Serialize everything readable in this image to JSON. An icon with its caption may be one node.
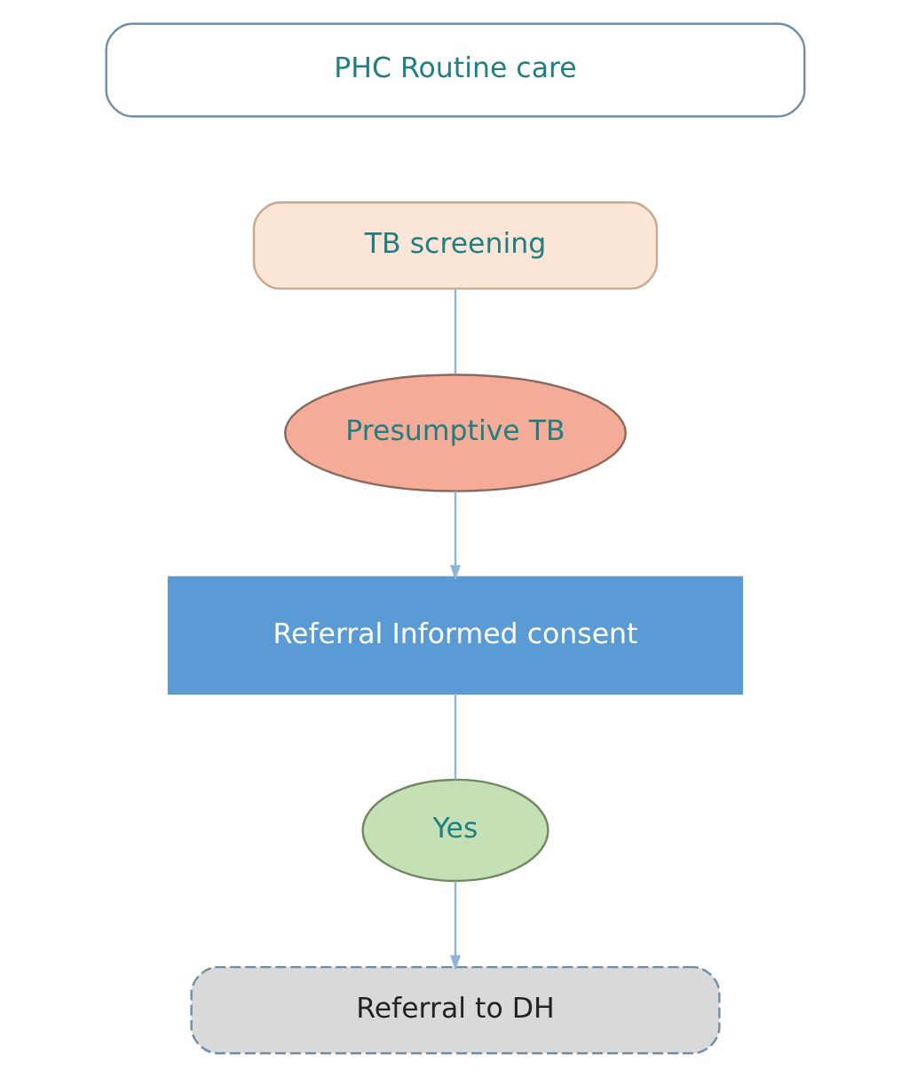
{
  "diagram": {
    "nodes": [
      {
        "text": [
          "PHC Routine care"
        ]
      },
      {
        "text": [
          "TB screening"
        ]
      },
      {
        "text": [
          "Presumptive TB"
        ]
      },
      {
        "text": [
          "Referral Informed consent"
        ]
      },
      {
        "text": [
          "Yes"
        ]
      },
      {
        "text": [
          "Referral to DH"
        ]
      }
    ],
    "edges": [
      {
        "from": 1,
        "to": 2,
        "arrow": "none"
      },
      {
        "from": 2,
        "to": 3,
        "arrow": "to"
      },
      {
        "from": 3,
        "to": 4,
        "arrow": "none"
      },
      {
        "from": 4,
        "to": 5,
        "arrow": "to"
      }
    ]
  }
}
